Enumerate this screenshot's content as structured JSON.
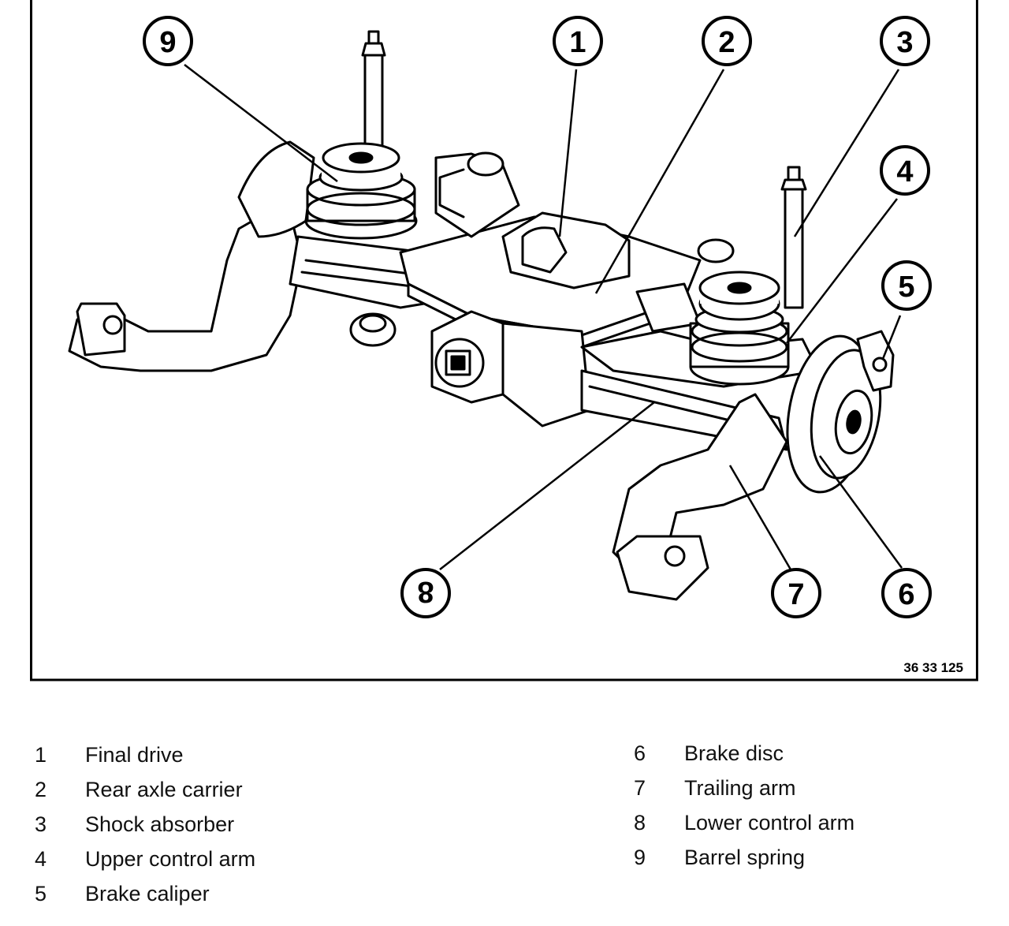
{
  "figure": {
    "reference_number": "36 33 125",
    "callouts": [
      "1",
      "2",
      "3",
      "4",
      "5",
      "6",
      "7",
      "8",
      "9"
    ]
  },
  "legend": {
    "left": [
      {
        "num": "1",
        "label": "Final drive"
      },
      {
        "num": "2",
        "label": "Rear axle carrier"
      },
      {
        "num": "3",
        "label": "Shock absorber"
      },
      {
        "num": "4",
        "label": "Upper control arm"
      },
      {
        "num": "5",
        "label": "Brake caliper"
      }
    ],
    "right": [
      {
        "num": "6",
        "label": "Brake disc"
      },
      {
        "num": "7",
        "label": "Trailing arm"
      },
      {
        "num": "8",
        "label": "Lower control arm"
      },
      {
        "num": "9",
        "label": "Barrel spring"
      }
    ]
  }
}
